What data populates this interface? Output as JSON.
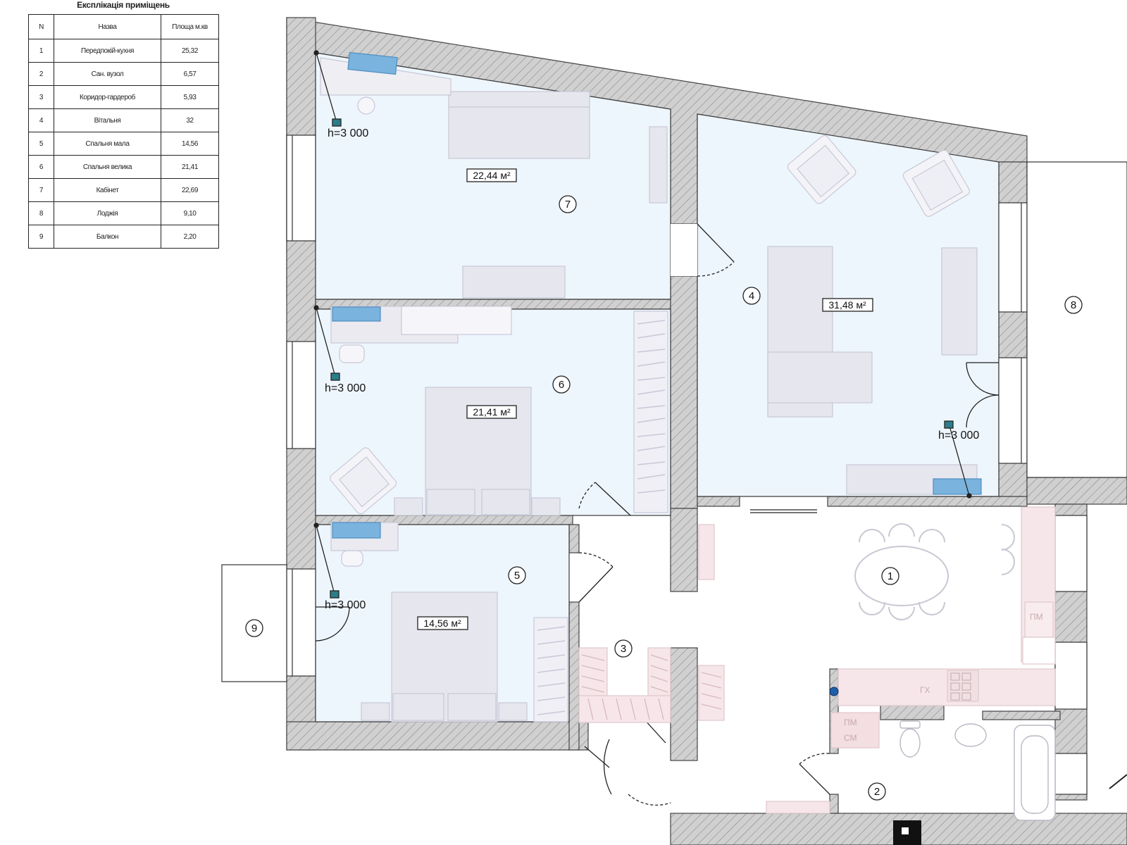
{
  "explication": {
    "title": "Експлікація приміщень",
    "headers": [
      "N",
      "Назва",
      "Площа м.кв"
    ],
    "rows": [
      [
        "1",
        "Передпокій-кухня",
        "25,32"
      ],
      [
        "2",
        "Сан. вузол",
        "6,57"
      ],
      [
        "3",
        "Коридор-гардероб",
        "5,93"
      ],
      [
        "4",
        "Вітальня",
        "32"
      ],
      [
        "5",
        "Спальня мала",
        "14,56"
      ],
      [
        "6",
        "Спальня велика",
        "21,41"
      ],
      [
        "7",
        "Кабінет",
        "22,69"
      ],
      [
        "8",
        "Лоджія",
        "9,10"
      ],
      [
        "9",
        "Балкон",
        "2,20"
      ]
    ]
  },
  "plan": {
    "room_numbers": [
      "1",
      "2",
      "3",
      "4",
      "5",
      "6",
      "7",
      "8",
      "9"
    ],
    "area_labels": {
      "room7": "22,44 м²",
      "room4": "31,48 м²",
      "room6": "21,41 м²",
      "room5": "14,56 м²"
    },
    "ceiling_heights": {
      "room7": "h=3 000",
      "room6": "h=3 000",
      "room5": "h=3 000",
      "room4": "h=3 000"
    },
    "appliance_labels": {
      "dishwasher": "ПМ",
      "fridge": "ГХ",
      "washer": "ПМ",
      "dryer": "СМ"
    }
  },
  "colors": {
    "wall": "#d0d0d0",
    "hatch": "#8a8a8a",
    "room_fill": "#eef6fd",
    "furniture": "#e6e6ee",
    "furniture_stroke": "#c8c8d8",
    "kitchen": "#f6e6e9",
    "ac_unit": "#7ab3dd"
  }
}
